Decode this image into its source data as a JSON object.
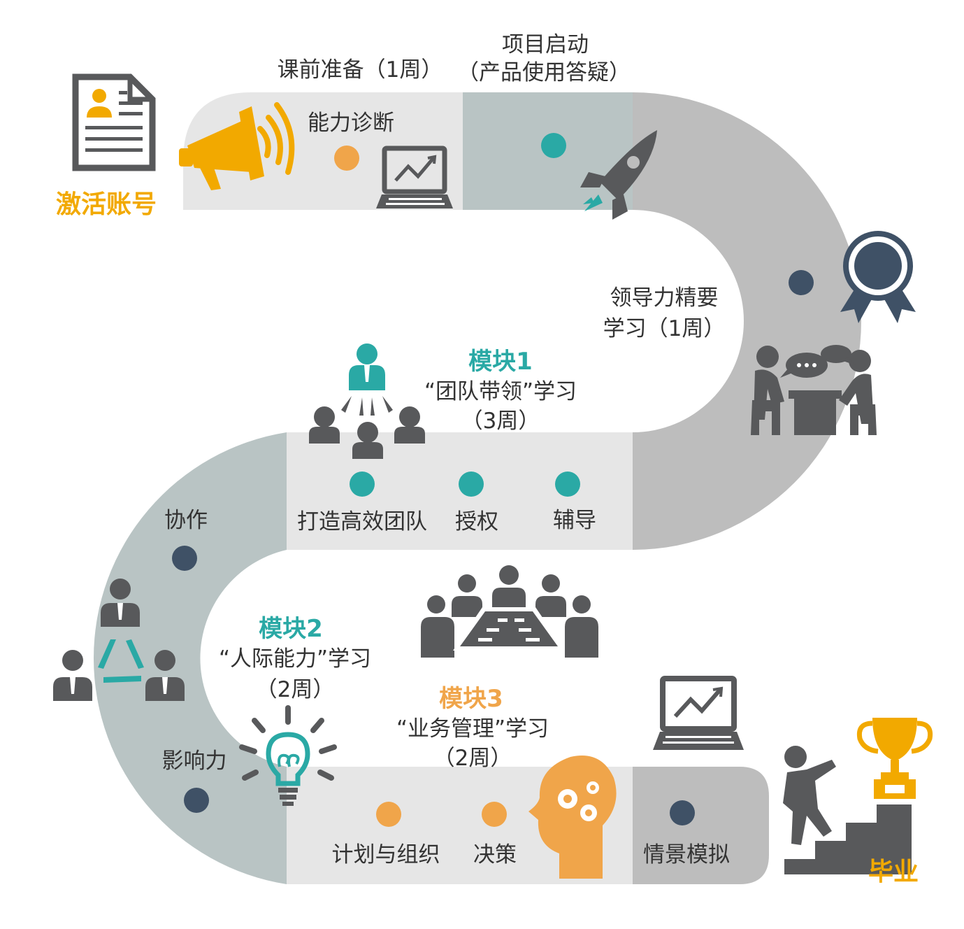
{
  "start_label": "激活账号",
  "end_label": "毕业",
  "phases": {
    "prep": "课前准备（1周）",
    "launch_line1": "项目启动",
    "launch_line2": "（产品使用答疑）",
    "leadership_line1": "领导力精要",
    "leadership_line2": "学习（1周）"
  },
  "steps": {
    "diagnosis": "能力诊断",
    "team_building": "打造高效团队",
    "empower": "授权",
    "coach": "辅导",
    "collaborate": "协作",
    "influence": "影响力",
    "plan_organize": "计划与组织",
    "decision": "决策",
    "simulation": "情景模拟"
  },
  "modules": {
    "m1": {
      "title": "模块1",
      "subtitle": "“团队带领”学习",
      "duration": "（3周）"
    },
    "m2": {
      "title": "模块2",
      "subtitle": "“人际能力”学习",
      "duration": "（2周）"
    },
    "m3": {
      "title": "模块3",
      "subtitle": "“业务管理”学习",
      "duration": "（2周）"
    }
  },
  "colors": {
    "orange": "#F2A900",
    "orange_light": "#F0A54A",
    "teal": "#2AA9A5",
    "navy": "#3F5166",
    "icon_gray": "#58595B",
    "band_light": "#E6E6E6",
    "band_teal": "#B9C4C4",
    "band_gray": "#BDBDBD"
  }
}
